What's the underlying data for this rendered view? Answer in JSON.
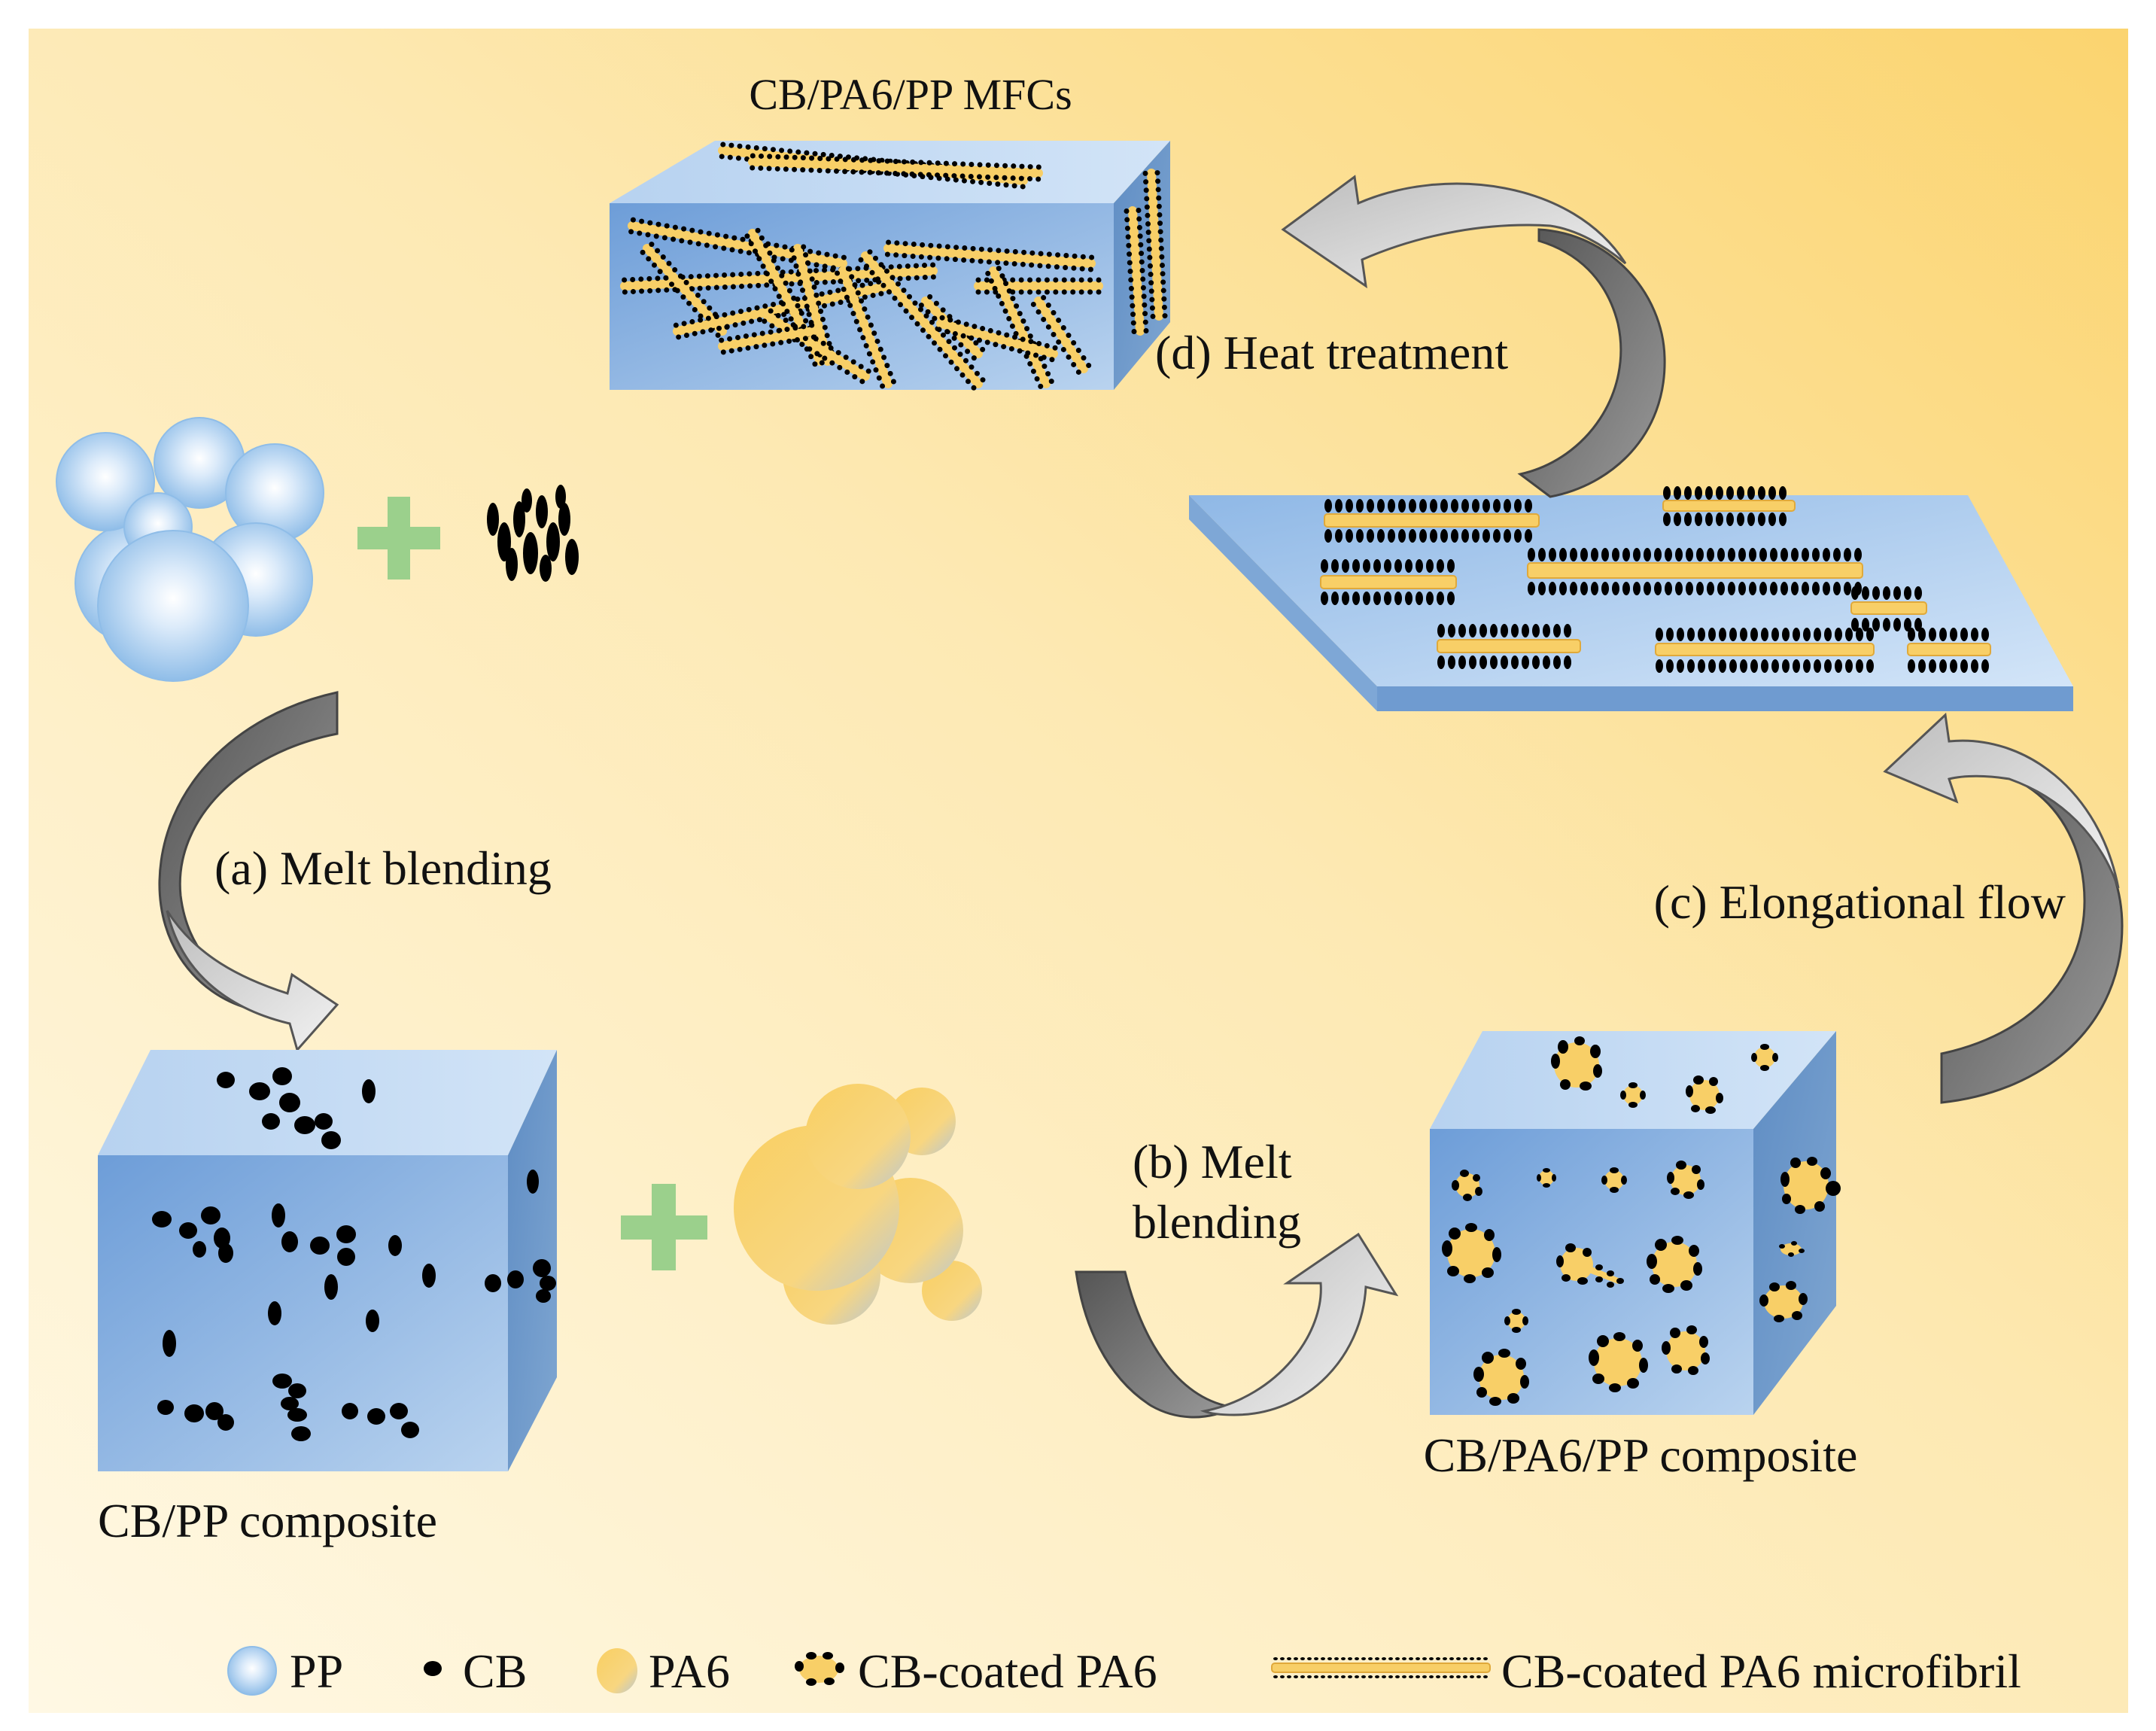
{
  "diagram": {
    "colors": {
      "background_light": "#fdf3d4",
      "background_warm": "#fad77e",
      "pp_blue": "#9fc6ea",
      "block_front": "#6f9fd6",
      "block_side": "#5b84b5",
      "pa6_yellow": "#f8cf67",
      "cb_black": "#000000",
      "arrow_dark": "#6b6b6b",
      "arrow_light": "#d9d9d9",
      "plus_green": "#9bd08c"
    },
    "labels": {
      "mfc_title": "CB/PA6/PP MFCs",
      "step_a": "(a) Melt blending",
      "step_b_line1": "(b) Melt",
      "step_b_line2": "blending",
      "step_c": "(c) Elongational flow",
      "step_d": "(d) Heat treatment",
      "cb_pp_composite": "CB/PP composite",
      "cb_pa6_pp_composite": "CB/PA6/PP composite"
    },
    "legend": [
      {
        "key": "pp",
        "label": "PP",
        "icon": "blue-sphere-icon"
      },
      {
        "key": "cb",
        "label": "CB",
        "icon": "black-dot-icon"
      },
      {
        "key": "pa6",
        "label": "PA6",
        "icon": "yellow-droplet-icon"
      },
      {
        "key": "cb_coated_pa6",
        "label": "CB-coated PA6",
        "icon": "coated-droplet-icon"
      },
      {
        "key": "microfibril",
        "label": "CB-coated PA6 microfibril",
        "icon": "coated-fibril-icon"
      }
    ]
  }
}
